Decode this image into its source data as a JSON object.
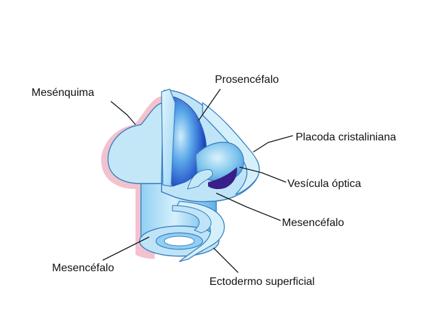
{
  "labels": {
    "prosencefalo": "Prosencéfalo",
    "mesenquima": "Mesénquima",
    "placoda": "Placoda cristaliniana",
    "vesicula": "Vesícula óptica",
    "mesencefalo_right": "Mesencéfalo",
    "mesencefalo_left": "Mesencéfalo",
    "ectodermo": "Ectodermo superficial"
  },
  "colors": {
    "mesenchyme": "#f2c2cf",
    "tissue_light": "#bfe4f7",
    "tissue_mid": "#7cc3ec",
    "tissue_dark": "#1a3fb8",
    "optic_dark": "#3a1f8a",
    "outline": "#3a7fc0"
  }
}
